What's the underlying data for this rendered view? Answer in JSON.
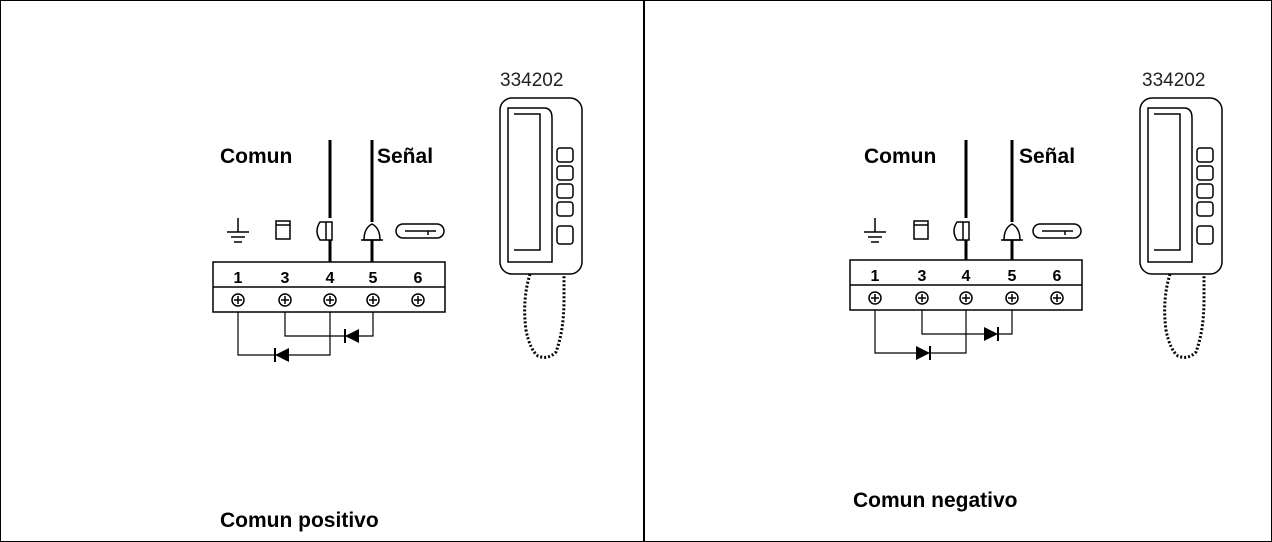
{
  "panels": [
    {
      "model_label": "334202",
      "common_label": "Comun",
      "signal_label": "Señal",
      "terminals": [
        "1",
        "3",
        "4",
        "5",
        "6"
      ],
      "caption": "Comun positivo",
      "diode_direction": "left"
    },
    {
      "model_label": "334202",
      "common_label": "Comun",
      "signal_label": "Señal",
      "terminals": [
        "1",
        "3",
        "4",
        "5",
        "6"
      ],
      "caption": "Comun negativo",
      "diode_direction": "right"
    }
  ]
}
